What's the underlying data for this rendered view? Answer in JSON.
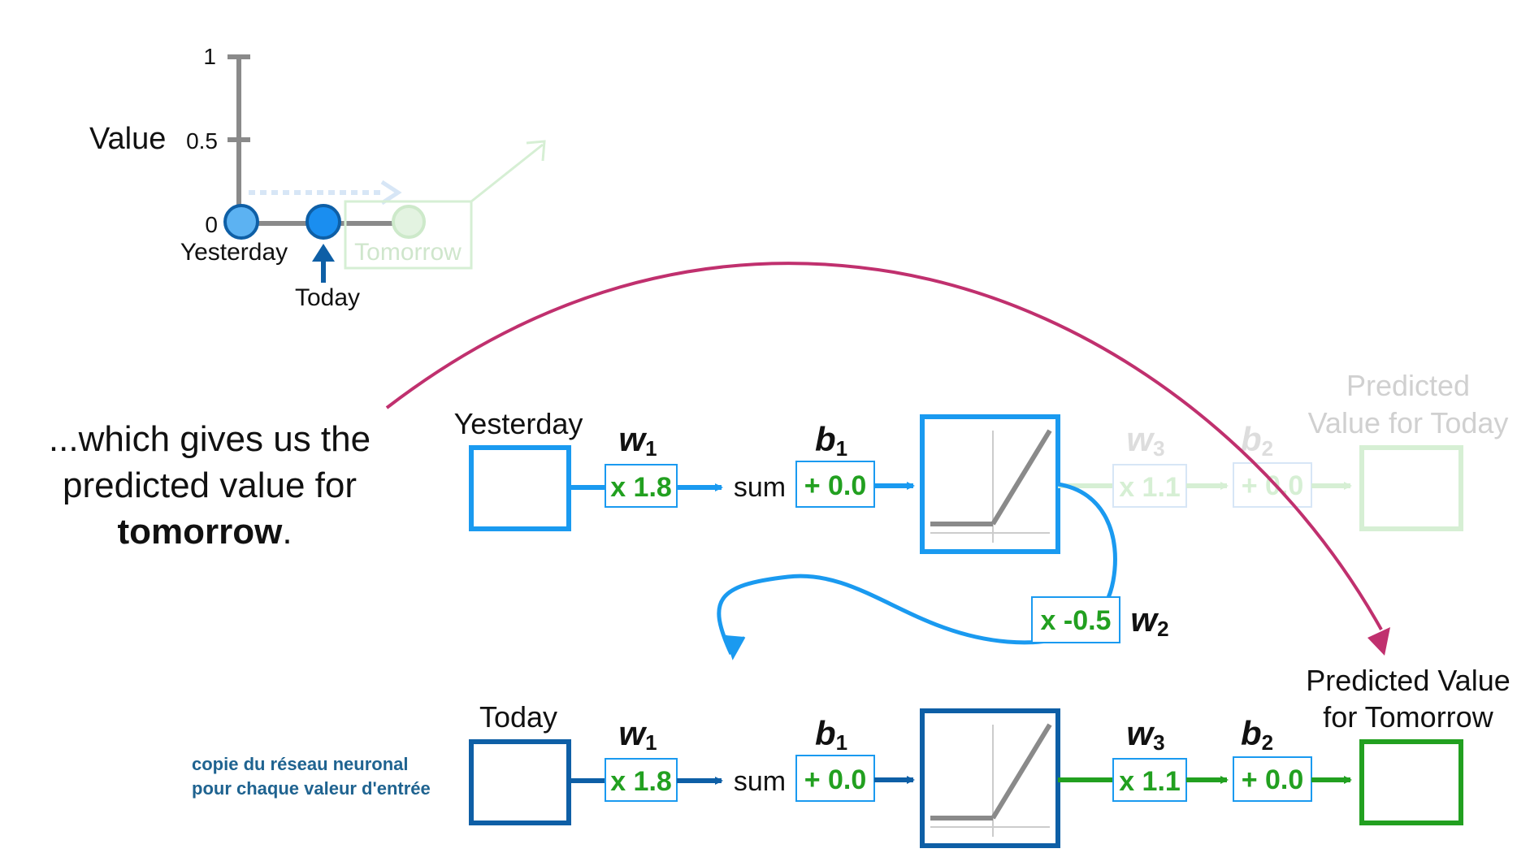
{
  "mini_chart": {
    "axis_label": "Value",
    "ticks": [
      "1",
      "0.5",
      "0"
    ],
    "points": [
      {
        "label": "Yesterday",
        "value": 0
      },
      {
        "label": "Today",
        "value": 0
      },
      {
        "label": "Tomorrow",
        "value": 0
      }
    ],
    "today_pointer": "Today"
  },
  "caption": {
    "line1": "...which gives us the",
    "line2": "predicted value for",
    "line3_bold": "tomorrow",
    "line3_tail": "."
  },
  "overlay_note": {
    "line1": "copie du réseau neuronal",
    "line2": "pour chaque valeur d'entrée"
  },
  "top_network": {
    "input_label": "Yesterday",
    "w1_label": "w",
    "w1_sub": "1",
    "w1_value": "x 1.8",
    "sum_label": "sum",
    "b1_label": "b",
    "b1_sub": "1",
    "b1_value": "+ 0.0",
    "w3_label": "w",
    "w3_sub": "3",
    "w3_value": "x 1.1",
    "b2_label": "b",
    "b2_sub": "2",
    "b2_value": "+ 0.0",
    "output_line1": "Predicted",
    "output_line2": "Value for Today"
  },
  "recurrent": {
    "w2_value": "x -0.5",
    "w2_label": "w",
    "w2_sub": "2"
  },
  "bottom_network": {
    "input_label": "Today",
    "w1_label": "w",
    "w1_sub": "1",
    "w1_value": "x 1.8",
    "sum_label": "sum",
    "b1_label": "b",
    "b1_sub": "1",
    "b1_value": "+ 0.0",
    "w3_label": "w",
    "w3_sub": "3",
    "w3_value": "x 1.1",
    "b2_label": "b",
    "b2_sub": "2",
    "b2_value": "+ 0.0",
    "output_line1": "Predicted Value",
    "output_line2": "for Tomorrow"
  },
  "colors": {
    "blue_light": "#1a9af0",
    "blue_dark": "#0e5fa6",
    "green": "#22a020",
    "green_faded": "#d6efd4",
    "blue_faded": "#d7e6f6",
    "magenta": "#c0306e",
    "grey": "#8a8a8a",
    "note_blue": "#1f6390"
  }
}
